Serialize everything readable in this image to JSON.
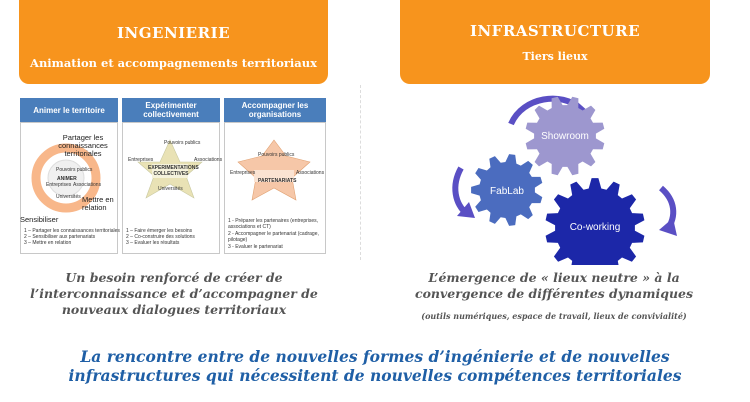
{
  "left_banner": {
    "title": "INGENIERIE",
    "subtitle": "Animation et accompagnements territoriaux"
  },
  "right_banner": {
    "title": "INFRASTRUCTURE",
    "subtitle": "Tiers lieux"
  },
  "left_diagram": {
    "columns": [
      {
        "header": "Animer le territoire"
      },
      {
        "header": "Expérimenter collectivement"
      },
      {
        "header": "Accompagner les organisations"
      }
    ],
    "col1": {
      "labels": [
        "Partager les connaissances territoriales",
        "Sensibiliser",
        "Mettre en relation"
      ],
      "center": "ANIMER",
      "inner": [
        "Pouvoirs publics",
        "Entreprises",
        "Associations",
        "Universités"
      ],
      "steps": [
        "1 – Partager les connaissances territoriales",
        "2 – Sensibiliser aux partenariats",
        "3 – Mettre en relation"
      ]
    },
    "col2": {
      "center": "EXPERIMENTATIONS COLLECTIVES",
      "inner": [
        "Pouvoirs publics",
        "Entreprises",
        "Associations",
        "Universités"
      ],
      "steps": [
        "1 – Faire émerger les besoins",
        "2 – Co-construire des solutions",
        "3 – Evaluer les résultats"
      ]
    },
    "col3": {
      "center": "PARTENARIATS",
      "inner": [
        "Pouvoirs publics",
        "Entreprises",
        "Associations"
      ],
      "steps": [
        "1 - Préparer les partenaires (entreprises, associations et CT)",
        "2 - Accompagner le partenariat (cadrage, pilotage)",
        "3 - Evaluer le partenariat"
      ]
    }
  },
  "gears": {
    "top": "Showroom",
    "left": "FabLab",
    "big": "Co-working"
  },
  "caption_left": "Un besoin renforcé de créer de l’interconnaissance et d’accompagner de nouveaux dialogues territoriaux",
  "caption_right": "L’émergence de « lieux neutre » à la convergence de différentes dynamiques",
  "caption_right_sub": "(outils numériques, espace de travail, lieux de convivialité)",
  "bottom_text": "La rencontre entre de nouvelles formes d’ingénierie et de nouvelles infrastructures qui nécessitent de nouvelles compétences territoriales",
  "colors": {
    "orange": "#f7941d",
    "blue_text": "#1f5fa6",
    "gear_light": "#9d97cf",
    "gear_mid": "#4b6cbf",
    "gear_dark": "#1c27a8"
  }
}
